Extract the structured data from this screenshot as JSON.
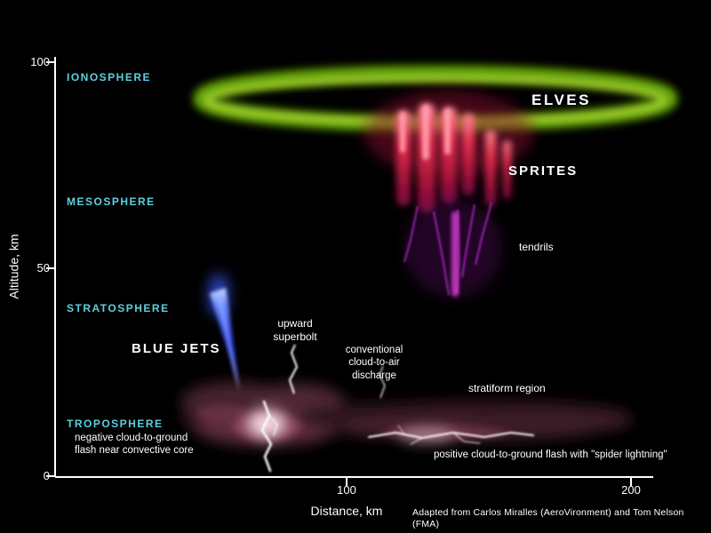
{
  "colors": {
    "background": "#000000",
    "text": "#ffffff",
    "layer_label": "#5ecfdf",
    "elves_green": "#8fc515",
    "sprite_red": "#e8304f",
    "tendril_purple": "#b02cc8",
    "jet_blue": "#2f49e8"
  },
  "y_axis": {
    "label": "Altitude, km",
    "ticks": [
      "100",
      "50",
      "0"
    ]
  },
  "x_axis": {
    "label": "Distance, km",
    "ticks": [
      "100",
      "200"
    ]
  },
  "layers": {
    "ionosphere": "IONOSPHERE",
    "mesosphere": "MESOSPHERE",
    "stratosphere": "STRATOSPHERE",
    "troposphere": "TROPOSPHERE"
  },
  "phenomena": {
    "elves": "ELVES",
    "sprites": "SPRITES",
    "blue_jets": "BLUE JETS",
    "tendrils": "tendrils",
    "upward_superbolt": "upward\nsuperbolt",
    "cloud_to_air": "conventional\ncloud-to-air\ndischarge",
    "stratiform_region": "stratiform region",
    "negative_cg": "negative cloud-to-ground\nflash near convective core",
    "positive_cg": "positive cloud-to-ground flash with \"spider lightning\""
  },
  "credit": "Adapted from Carlos Miralles (AeroVironment) and Tom Nelson (FMA)"
}
